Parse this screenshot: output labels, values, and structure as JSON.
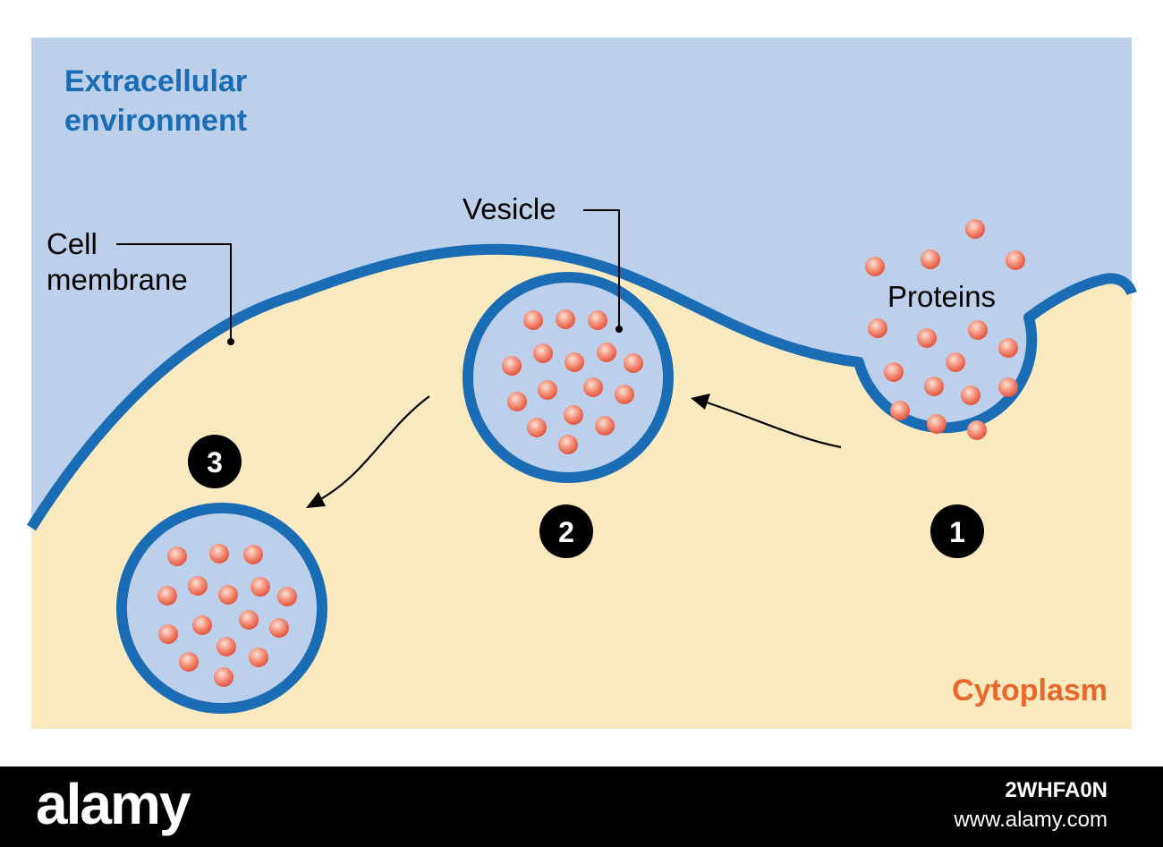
{
  "labels": {
    "extracellular_line1": "Extracellular",
    "extracellular_line2": "environment",
    "cell_line1": "Cell",
    "cell_line2": "membrane",
    "vesicle": "Vesicle",
    "proteins": "Proteins",
    "cytoplasm": "Cytoplasm"
  },
  "steps": [
    "1",
    "2",
    "3"
  ],
  "footer": {
    "brand": "alamy",
    "image_code": "2WHFA0N",
    "site": "www.alamy.com"
  },
  "colors": {
    "extracellular": "#bcd0ec",
    "cytoplasm": "#fbe9bf",
    "membrane": "#1a6db5",
    "vesicle_fill": "#bcd0ec",
    "protein": "#ee7860",
    "step_badge": "#000000",
    "extracellular_text": "#1a6db5",
    "cytoplasm_text": "#e8672a"
  }
}
